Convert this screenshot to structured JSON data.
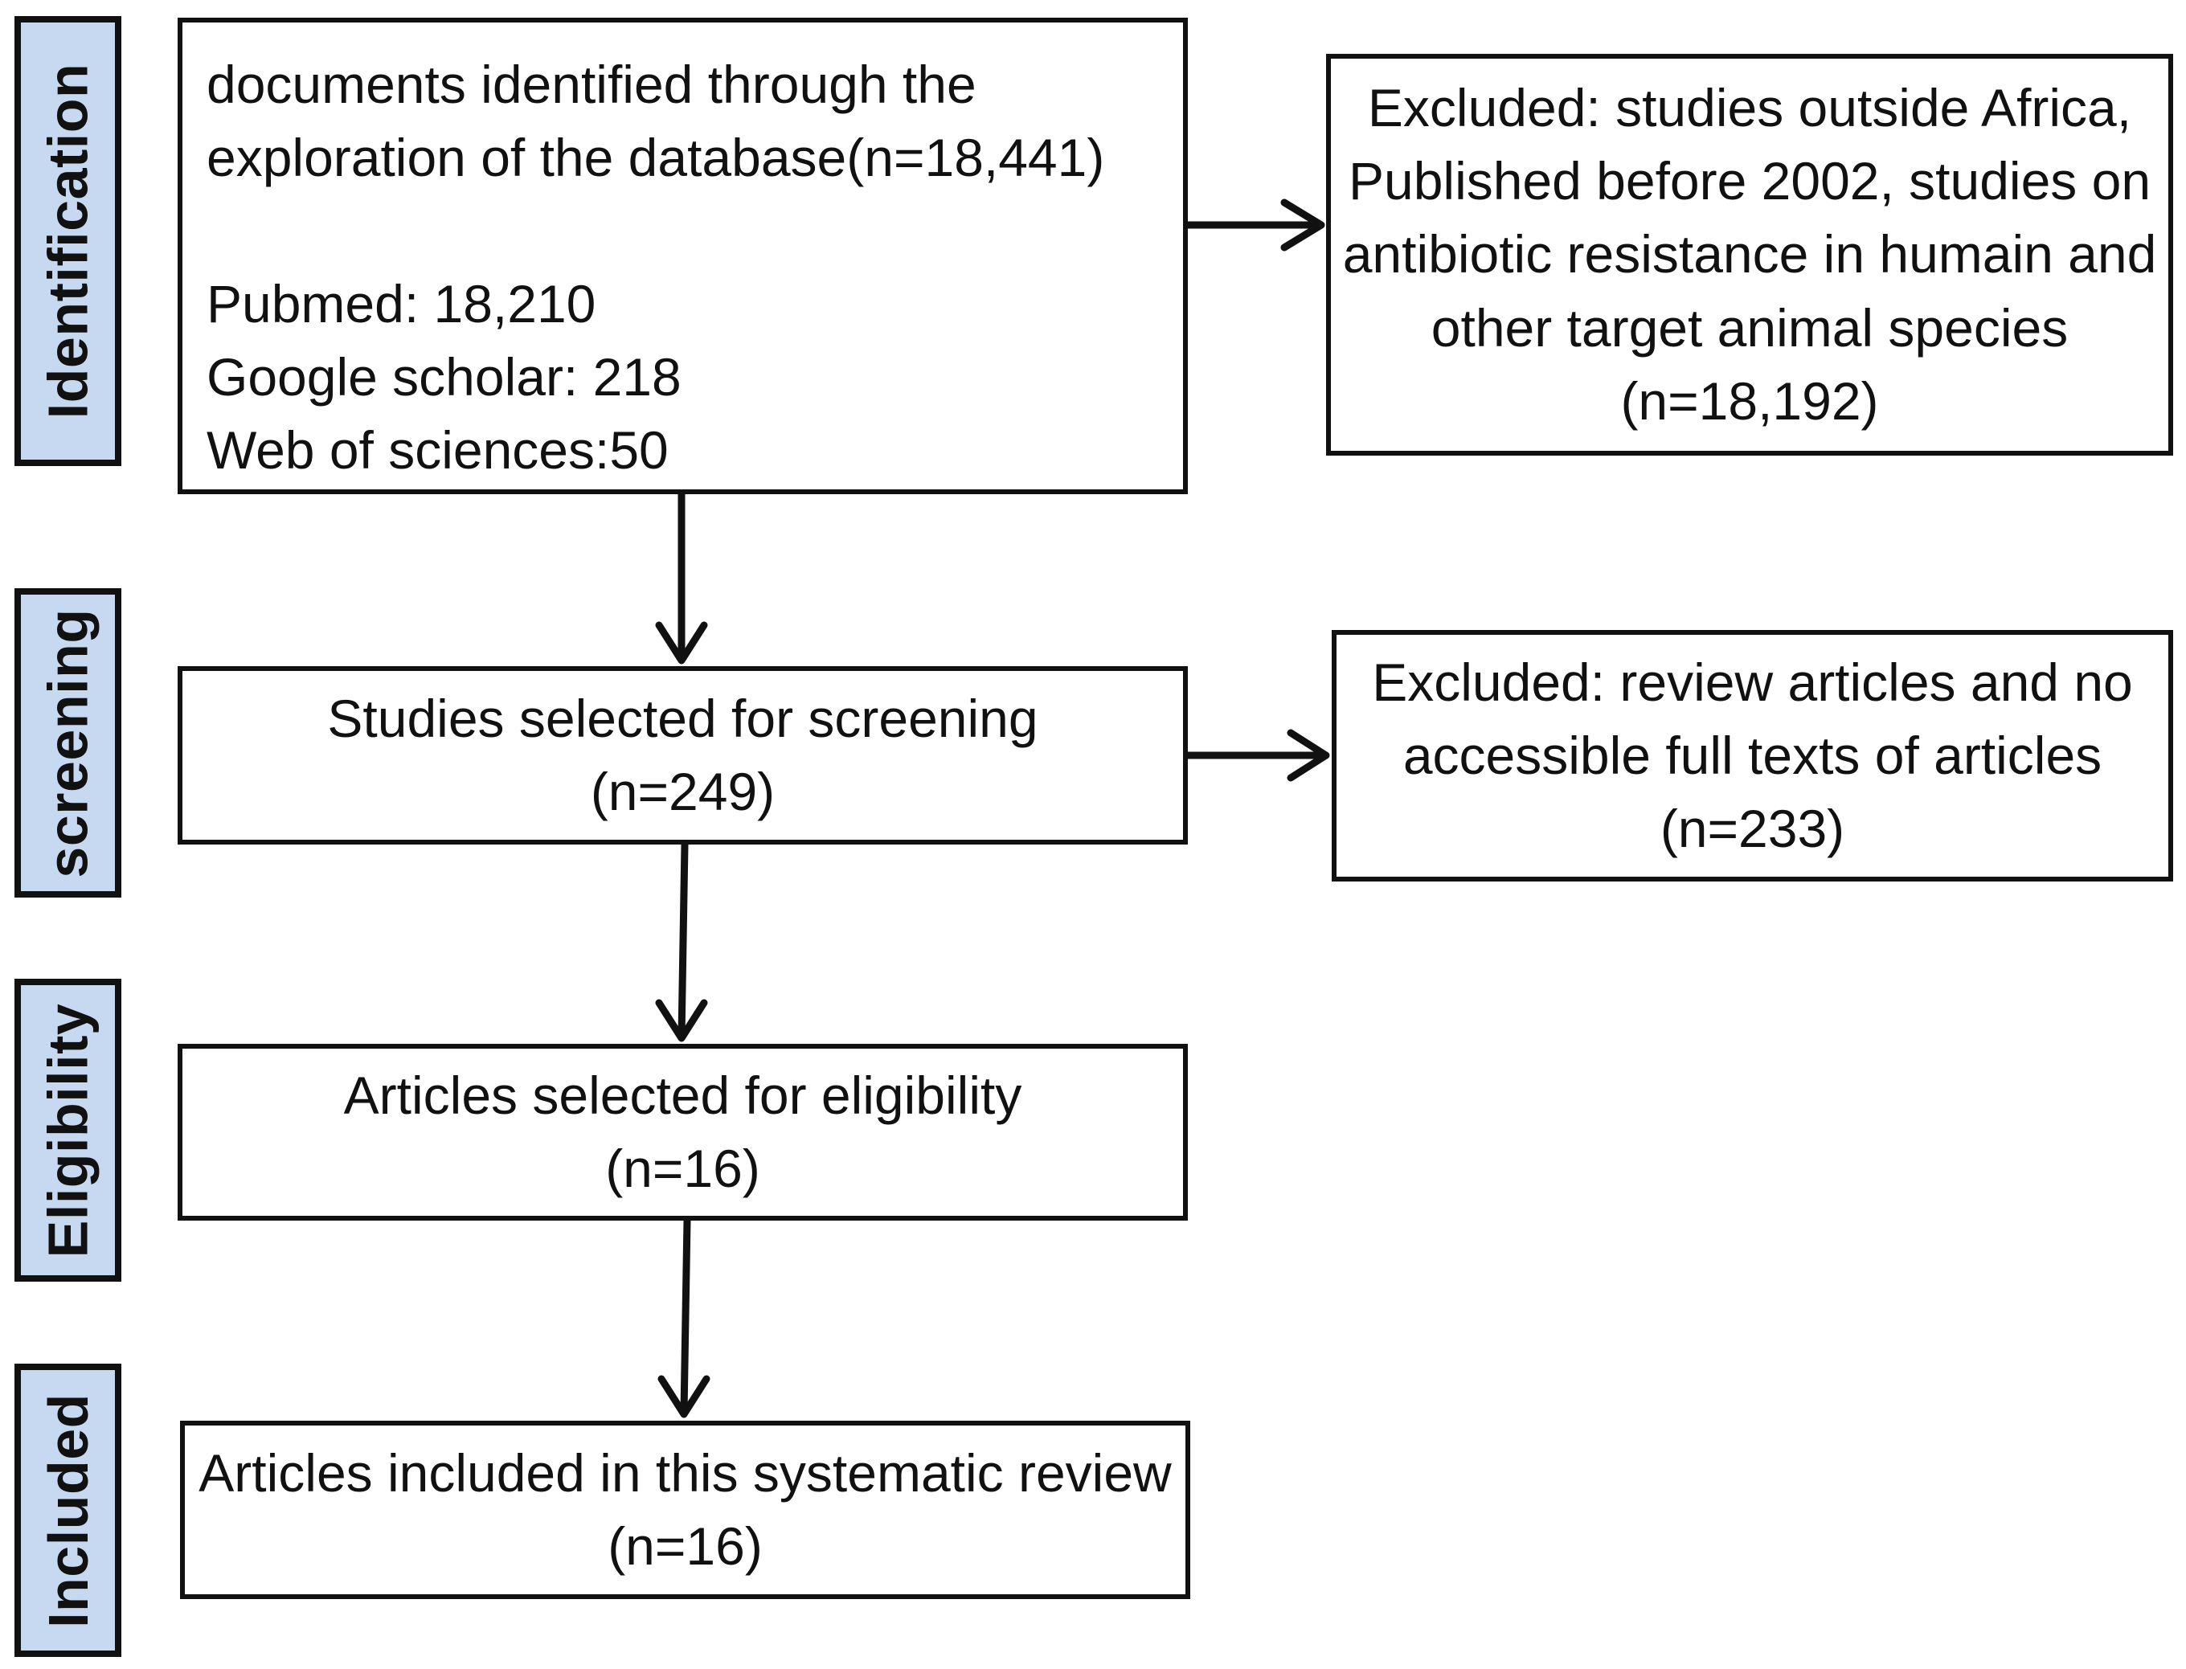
{
  "phases": {
    "identification": "Identification",
    "screening": "screening",
    "eligibility": "Eligibility",
    "included": "Included"
  },
  "identification_box": {
    "line1": "documents identified through the",
    "line2": "exploration of the database(n=18,441)",
    "pubmed": "Pubmed: 18,210",
    "google_scholar": "Google scholar: 218",
    "web_of_sciences": "Web of sciences:50"
  },
  "excluded_1": {
    "line1": "Excluded: studies outside Africa,",
    "line2": "Published before 2002, studies on",
    "line3": "antibiotic resistance in humain and",
    "line4": "other target animal species",
    "count": "(n=18,192)"
  },
  "screening_box": {
    "label": "Studies selected for screening",
    "count": "(n=249)"
  },
  "excluded_2": {
    "line1": "Excluded: review articles and no",
    "line2": "accessible full texts of articles",
    "count": "(n=233)"
  },
  "eligibility_box": {
    "label": "Articles selected for eligibility",
    "count": "(n=16)"
  },
  "included_box": {
    "label": "Articles included in this systematic review",
    "count": "(n=16)"
  },
  "colors": {
    "phase_fill": "#c6d9f1",
    "border": "#111111"
  }
}
